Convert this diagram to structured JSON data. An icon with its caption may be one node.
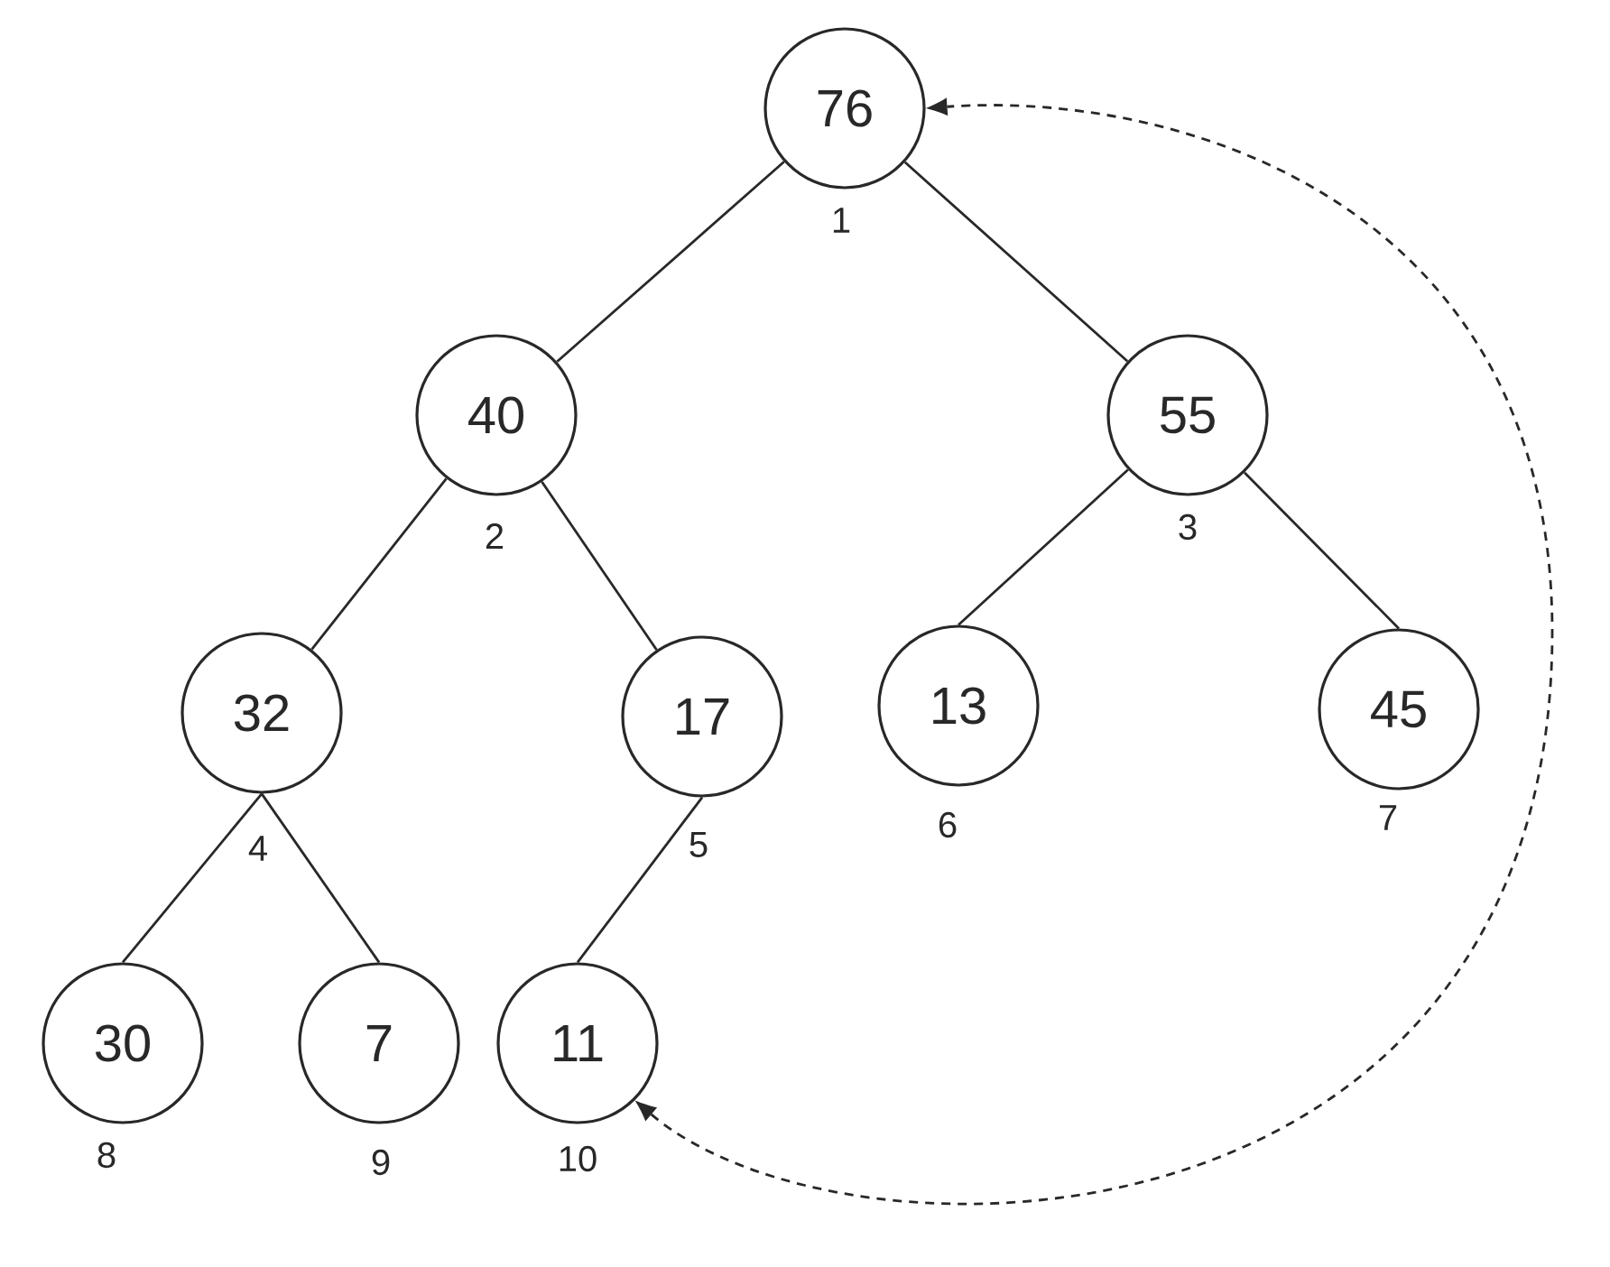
{
  "diagram": {
    "nodes": [
      {
        "text": [
          "76"
        ],
        "beside": [
          "1"
        ]
      },
      {
        "text": [
          "40"
        ],
        "beside": [
          "2"
        ]
      },
      {
        "text": [
          "55"
        ],
        "beside": [
          "3"
        ]
      },
      {
        "text": [
          "32"
        ],
        "beside": [
          "4"
        ]
      },
      {
        "text": [
          "17"
        ],
        "beside": [
          "5"
        ]
      },
      {
        "text": [
          "13"
        ],
        "beside": [
          "6"
        ]
      },
      {
        "text": [
          "45"
        ],
        "beside": [
          "7"
        ]
      },
      {
        "text": [
          "30"
        ],
        "beside": [
          "8"
        ]
      },
      {
        "text": [
          "7"
        ],
        "beside": [
          "9"
        ]
      },
      {
        "text": [
          "11"
        ],
        "beside": [
          "10"
        ]
      }
    ],
    "edges": [
      {
        "from": 0,
        "to": 1,
        "arrow": "none"
      },
      {
        "from": 0,
        "to": 2,
        "arrow": "none"
      },
      {
        "from": 1,
        "to": 3,
        "arrow": "none"
      },
      {
        "from": 1,
        "to": 4,
        "arrow": "none"
      },
      {
        "from": 2,
        "to": 5,
        "arrow": "none"
      },
      {
        "from": 2,
        "to": 6,
        "arrow": "none"
      },
      {
        "from": 3,
        "to": 7,
        "arrow": "none"
      },
      {
        "from": 3,
        "to": 8,
        "arrow": "none"
      },
      {
        "from": 4,
        "to": 9,
        "arrow": "none"
      },
      {
        "from": 9,
        "to": 0,
        "arrow": "both",
        "style": "dashed"
      }
    ]
  }
}
